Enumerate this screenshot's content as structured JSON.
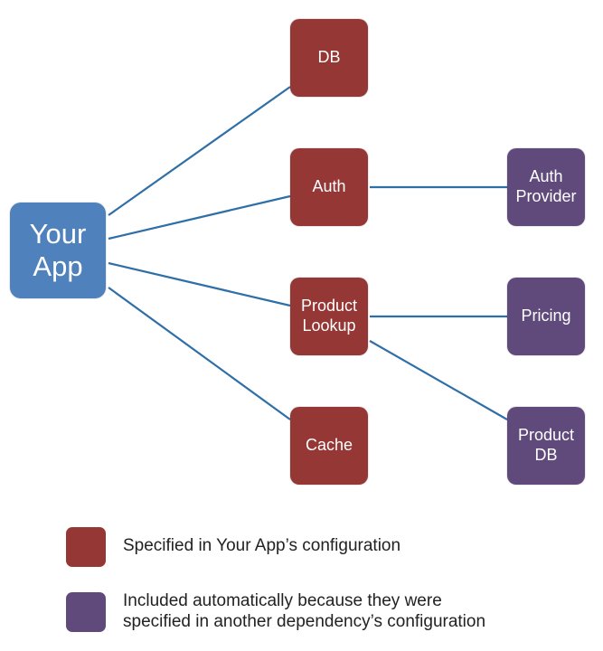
{
  "diagram": {
    "nodes": {
      "app": {
        "label": "Your\nApp",
        "color": "#4f81bd"
      },
      "db": {
        "label": "DB",
        "color": "#953735"
      },
      "auth": {
        "label": "Auth",
        "color": "#953735"
      },
      "product_lookup": {
        "label": "Product\nLookup",
        "color": "#953735"
      },
      "cache": {
        "label": "Cache",
        "color": "#953735"
      },
      "auth_provider": {
        "label": "Auth\nProvider",
        "color": "#604a7b"
      },
      "pricing": {
        "label": "Pricing",
        "color": "#604a7b"
      },
      "product_db": {
        "label": "Product\nDB",
        "color": "#604a7b"
      }
    },
    "edges": [
      {
        "from": "Your App",
        "to": "DB"
      },
      {
        "from": "Your App",
        "to": "Auth"
      },
      {
        "from": "Your App",
        "to": "Product Lookup"
      },
      {
        "from": "Your App",
        "to": "Cache"
      },
      {
        "from": "Auth",
        "to": "Auth Provider"
      },
      {
        "from": "Product Lookup",
        "to": "Pricing"
      },
      {
        "from": "Product Lookup",
        "to": "Product DB"
      }
    ],
    "edge_color": "#2f6fa8"
  },
  "legend": {
    "config": {
      "text": "Specified in Your App’s configuration",
      "color": "#953735"
    },
    "auto": {
      "text": "Included automatically because they were\nspecified in another dependency’s configuration",
      "color": "#604a7b"
    }
  }
}
